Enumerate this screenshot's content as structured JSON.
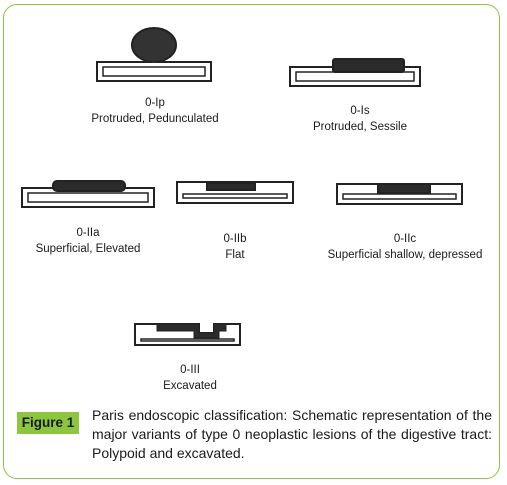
{
  "variants": [
    {
      "code": "0-Ip",
      "label": "Protruded, Pedunculated"
    },
    {
      "code": "0-Is",
      "label": "Protruded, Sessile"
    },
    {
      "code": "0-IIa",
      "label": "Superficial, Elevated"
    },
    {
      "code": "0-IIb",
      "label": "Flat"
    },
    {
      "code": "0-IIc",
      "label": "Superficial shallow, depressed"
    },
    {
      "code": "0-III",
      "label": "Excavated"
    }
  ],
  "figure": {
    "label": "Figure 1",
    "caption": "Paris endoscopic classification: Schematic representation of the major variants of type 0 neoplastic lesions of the digestive tract: Polypoid and excavated."
  },
  "colors": {
    "accent": "#8cc63f",
    "lesion": "#2b2b2b",
    "outline": "#222222"
  }
}
